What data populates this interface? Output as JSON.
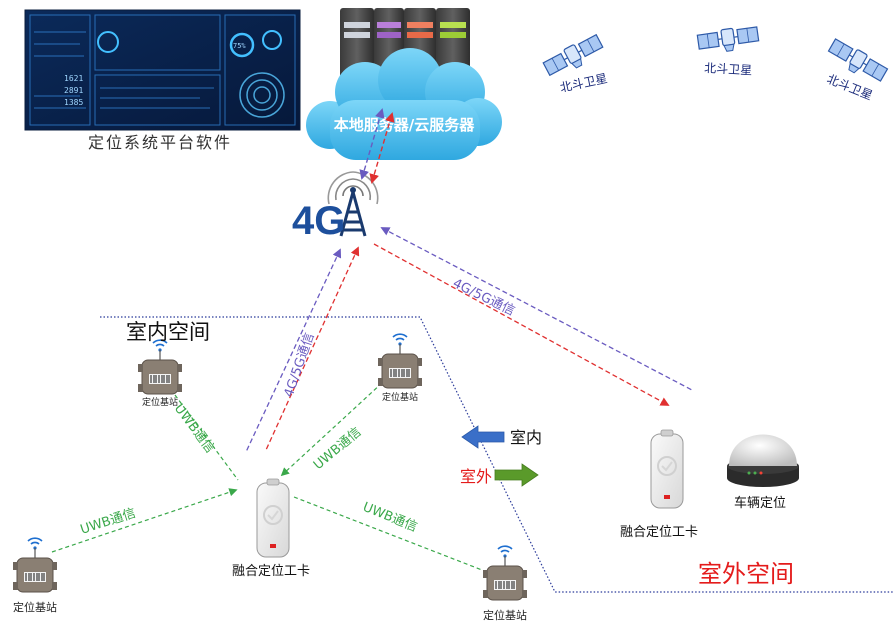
{
  "platform": {
    "caption": "定位系统平台软件",
    "screen_readouts": [
      "1621",
      "2891",
      "1385",
      "75%"
    ]
  },
  "server": {
    "label": "本地服务器/云服务器"
  },
  "tower": {
    "label": "4G"
  },
  "satellites": {
    "labels": [
      "北斗卫星",
      "北斗卫星",
      "北斗卫星"
    ]
  },
  "zones": {
    "indoor": "室内空间",
    "outdoor": "室外空间"
  },
  "transitions": {
    "indoor": "室内",
    "outdoor": "室外"
  },
  "links": {
    "uwb": [
      "UWB通信",
      "UWB通信",
      "UWB通信",
      "UWB通信"
    ],
    "cellular": [
      "4G/5G通信",
      "4G/5G通信"
    ]
  },
  "devices": {
    "base_stations": [
      "定位基站",
      "定位基站",
      "定位基站",
      "定位基站"
    ],
    "indoor_card": "融合定位工卡",
    "outdoor_card": "融合定位工卡",
    "vehicle": "车辆定位"
  },
  "colors": {
    "uwb": "#3aa84a",
    "cellular_purple": "#6a5bc0",
    "cellular_red": "#e03030",
    "zone_red": "#e41b1b",
    "boundary": "#2b3b9a",
    "cloud": "#4fc3f0",
    "arrow_blue": "#3a6fc8",
    "arrow_green": "#5a9a2a"
  }
}
